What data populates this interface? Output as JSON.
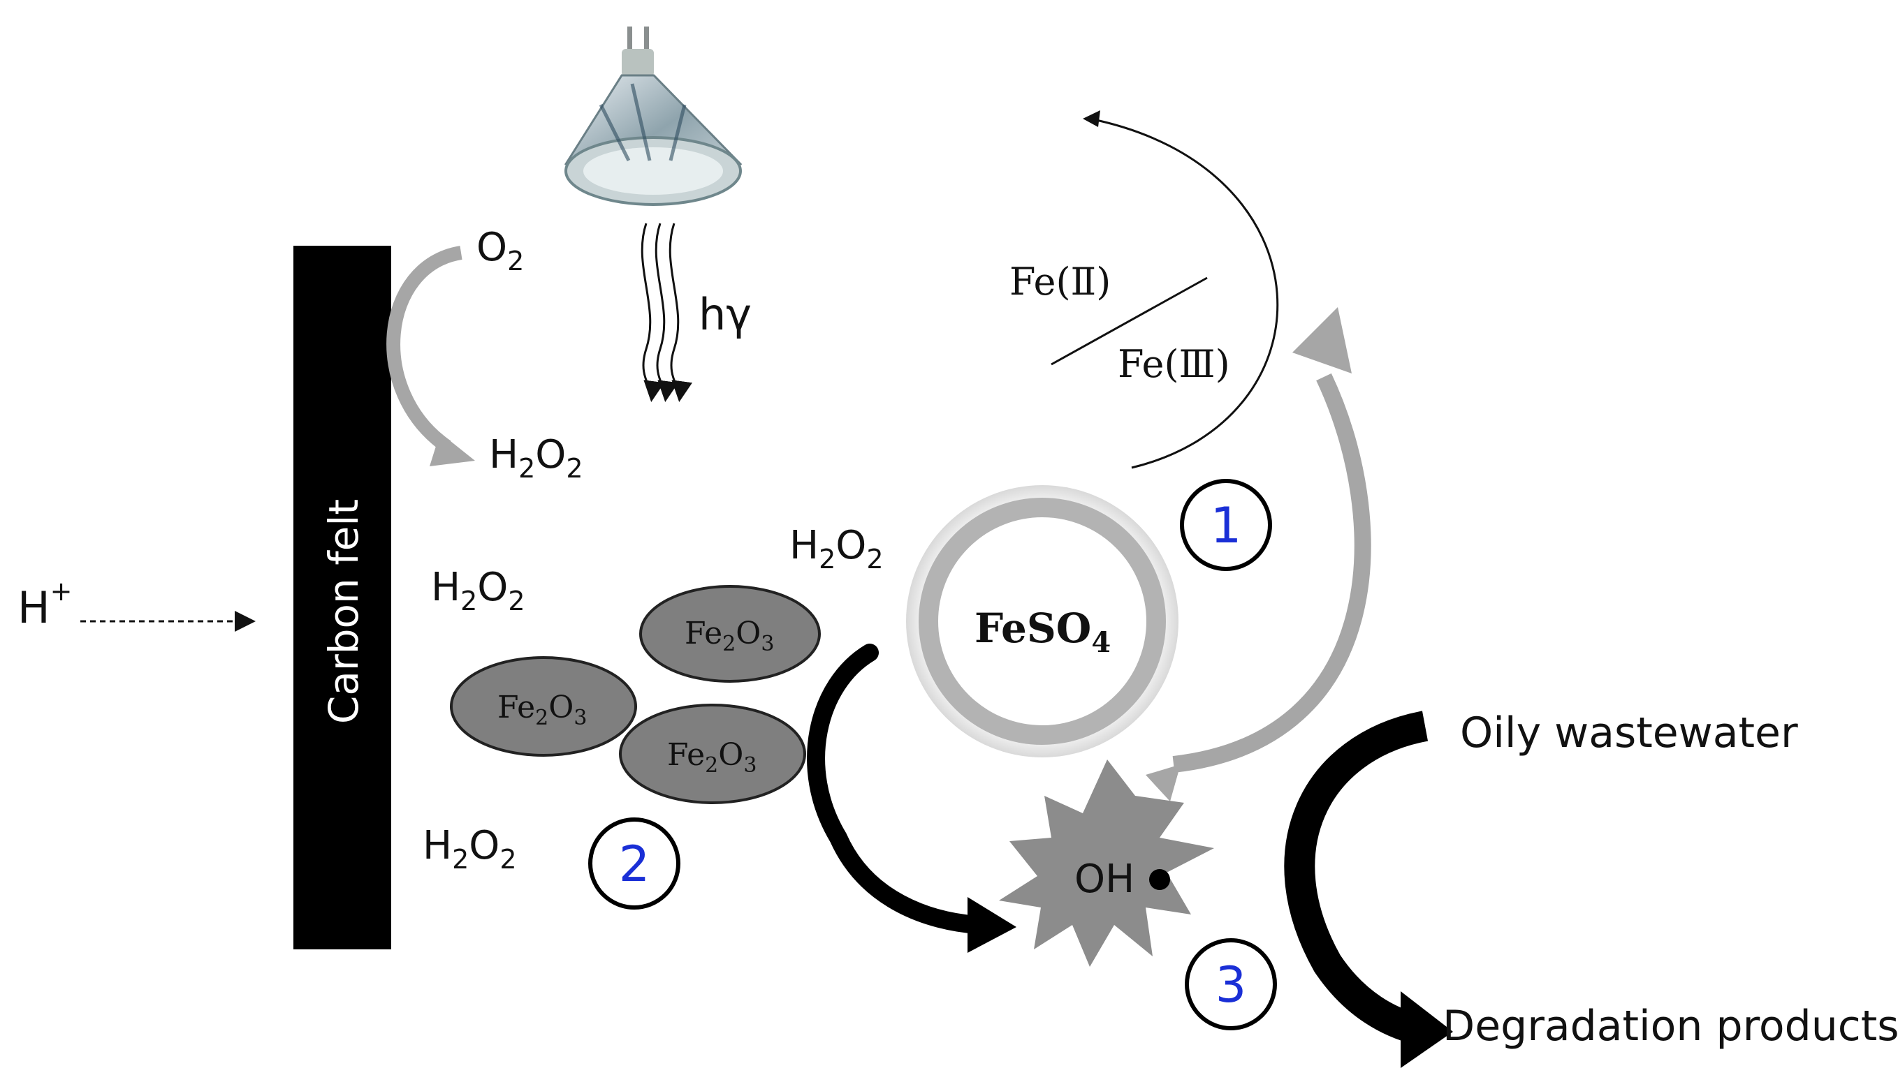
{
  "electrode": {
    "label": "Carbon felt"
  },
  "proton": {
    "base": "H",
    "sup": "+"
  },
  "oxygen": {
    "base": "O",
    "sub": "2"
  },
  "peroxide": {
    "h": "H",
    "h_sub": "2",
    "o": "O",
    "o_sub": "2"
  },
  "light": {
    "label": "hγ"
  },
  "iron_couple": {
    "fe2": "Fe(Ⅱ)",
    "fe3": "Fe(Ⅲ)"
  },
  "catalyst": {
    "base": "FeSO",
    "sub": "4"
  },
  "hematite": {
    "fe": "Fe",
    "fe_sub": "2",
    "o": "O",
    "o_sub": "3"
  },
  "radical": {
    "label": "OH"
  },
  "pollutant": {
    "label": "Oily wastewater"
  },
  "products": {
    "label": "Degradation products"
  },
  "steps": {
    "one": "1",
    "two": "2",
    "three": "3"
  },
  "colors": {
    "electrode": "#000000",
    "step_number": "#1a2fd6",
    "gray_arrow": "#a6a6a6",
    "particle_fill": "#7f7f7f",
    "radical_burst": "#8c8c8c",
    "ring": "#b3b3b3"
  }
}
